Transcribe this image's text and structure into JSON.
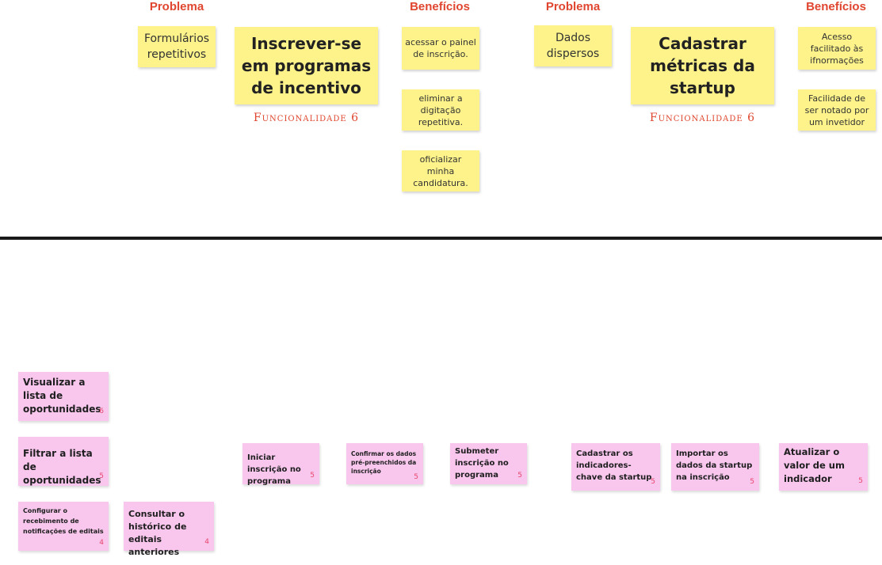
{
  "header": {
    "problema_1": "Problema",
    "beneficios_1": "Benefícios",
    "problema_2": "Problema",
    "beneficios_2": "Benefícios"
  },
  "group1": {
    "problem": "Formulários repetitivos",
    "feature": "Inscrever-se em programas de incentivo",
    "feature_label": "Funcionalidade 6",
    "benefits": [
      "acessar o painel de inscrição.",
      "eliminar a digitação repetitiva.",
      "oficializar minha candidatura."
    ]
  },
  "group2": {
    "problem": "Dados dispersos",
    "feature": "Cadastrar métricas da startup",
    "feature_label": "Funcionalidade 6",
    "benefits": [
      "Acesso facilitado às ifnormações",
      "Facilidade de ser notado por um invetidor"
    ]
  },
  "stories": [
    {
      "text": "Visualizar a lista de oportunidades",
      "num": "6"
    },
    {
      "text": "Filtrar a lista de oportunidades",
      "num": "5"
    },
    {
      "text": "Configurar o recebimento de notificações de editais",
      "num": "4"
    },
    {
      "text": "Consultar o histórico de editais anteriores",
      "num": "4"
    },
    {
      "text": "Iniciar inscrição no programa",
      "num": "5"
    },
    {
      "text": "Confirmar os dados pré-preenchidos da inscrição",
      "num": "5"
    },
    {
      "text": "Submeter inscrição no programa",
      "num": "5"
    },
    {
      "text": "Cadastrar os indicadores-chave da startup",
      "num": "5"
    },
    {
      "text": "Importar os dados da startup na inscrição",
      "num": "5"
    },
    {
      "text": "Atualizar o valor de um indicador",
      "num": "5"
    }
  ]
}
